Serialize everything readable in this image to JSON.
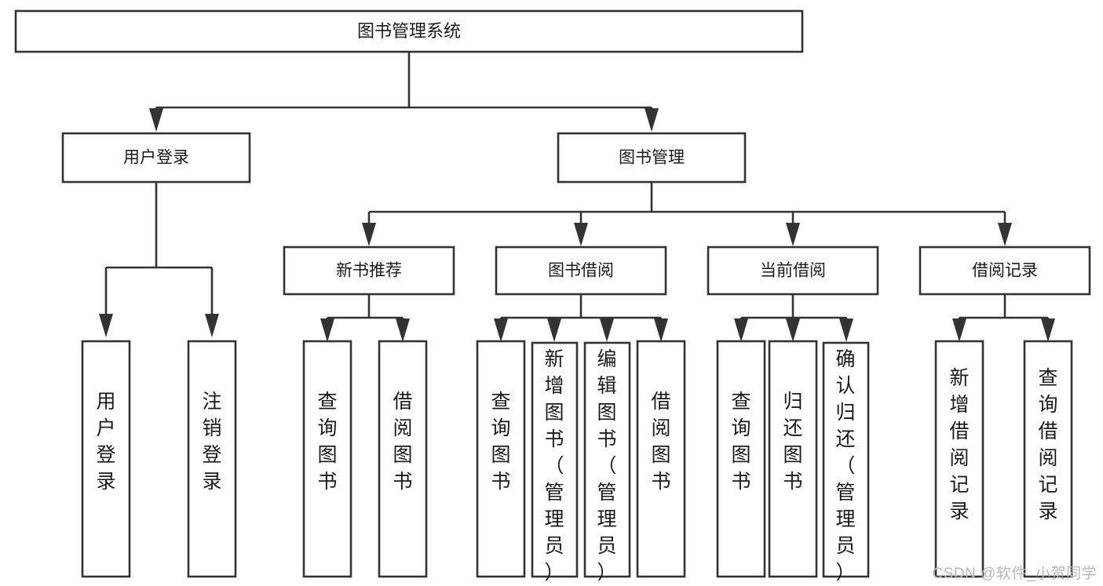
{
  "diagram": {
    "title": "图书管理系统",
    "type": "function-tree",
    "watermark": "CSDN @软件_小贺同学",
    "colors": {
      "stroke": "#333333",
      "fill": "#ffffff",
      "text": "#1a1a1a",
      "watermark": "#b8b8b8"
    },
    "root": {
      "label": "图书管理系统"
    },
    "level2": [
      {
        "label": "用户登录"
      },
      {
        "label": "图书管理"
      }
    ],
    "level3": [
      {
        "label": "新书推荐"
      },
      {
        "label": "图书借阅"
      },
      {
        "label": "当前借阅"
      },
      {
        "label": "借阅记录"
      }
    ],
    "leaves": {
      "user_login": [
        {
          "label": "用户登录"
        },
        {
          "label": "注销登录"
        }
      ],
      "new_book_recommend": [
        {
          "label": "查询图书"
        },
        {
          "label": "借阅图书"
        }
      ],
      "book_borrow": [
        {
          "label": "查询图书"
        },
        {
          "label": "新增图书（管理员）"
        },
        {
          "label": "编辑图书（管理员）"
        },
        {
          "label": "借阅图书"
        }
      ],
      "current_borrow": [
        {
          "label": "查询图书"
        },
        {
          "label": "归还图书"
        },
        {
          "label": "确认归还（管理员）"
        }
      ],
      "borrow_record": [
        {
          "label": "新增借阅记录"
        },
        {
          "label": "查询借阅记录"
        }
      ]
    }
  }
}
